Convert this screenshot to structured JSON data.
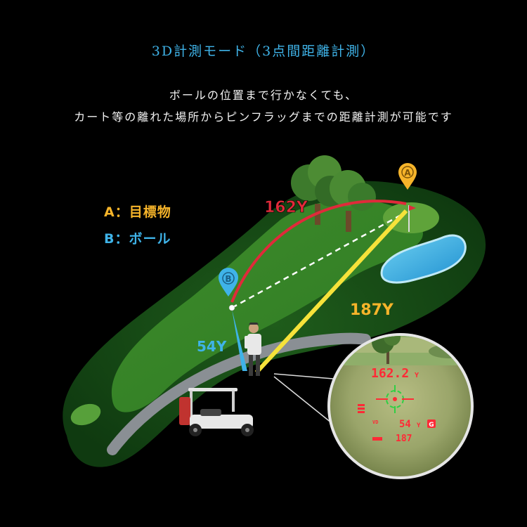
{
  "header": {
    "title": "3D計測モード（3点間距離計測）",
    "description_line1": "ボールの位置まで行かなくても、",
    "description_line2": "カート等の離れた場所からピンフラッグまでの距離計測が可能です"
  },
  "legend": {
    "a_label": "A：目標物",
    "b_label": "B：ボール"
  },
  "markers": {
    "a_letter": "A",
    "b_letter": "B"
  },
  "distances": {
    "target_arc": "162Y",
    "player_to_pin": "187Y",
    "player_to_ball": "54Y"
  },
  "viewfinder": {
    "top_value": "162.2",
    "top_unit": "Y",
    "mid_value": "54",
    "mid_unit": "Y",
    "mid_badge": "G",
    "bottom_value": "187",
    "left_small": "VD"
  },
  "colors": {
    "title": "#3fb3e8",
    "target_yellow": "#f6b42a",
    "ball_blue": "#3fb3e8",
    "arc_red": "#e02a3a",
    "display_red": "#ff2a36"
  }
}
